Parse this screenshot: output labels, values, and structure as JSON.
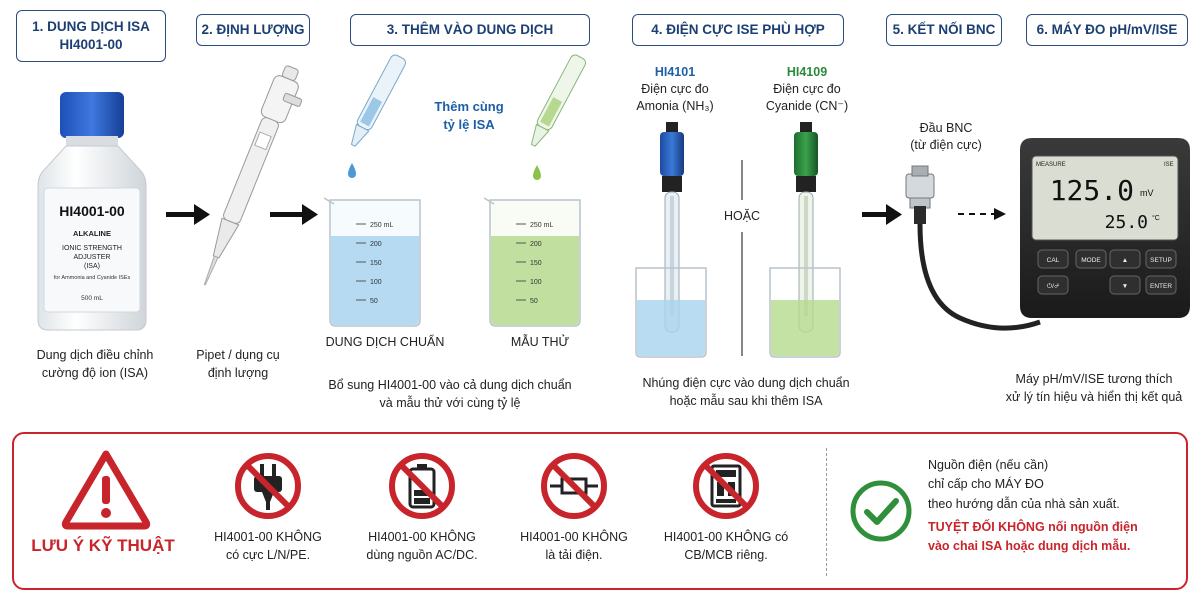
{
  "steps": {
    "s1": {
      "line1": "1. DUNG DỊCH ISA",
      "line2": "HI4001-00"
    },
    "s2": "2. ĐỊNH LƯỢNG",
    "s3": "3. THÊM VÀO DUNG DỊCH",
    "s4": "4. ĐIỆN CỰC ISE PHÙ HỢP",
    "s5": "5. KẾT NỐI BNC",
    "s6": "6. MÁY ĐO pH/mV/ISE"
  },
  "bottle": {
    "code": "HI4001-00",
    "line1": "ALKALINE",
    "line2": "IONIC STRENGTH",
    "line3": "ADJUSTER",
    "line4": "(ISA)",
    "line5": "for Ammonia and Cyanide ISEs",
    "volume": "500 mL",
    "caption1": "Dung dịch điều chỉnh",
    "caption2": "cường độ ion (ISA)"
  },
  "pipette": {
    "caption1": "Pipet / dụng cụ",
    "caption2": "định lượng"
  },
  "add": {
    "same_ratio1": "Thêm cùng",
    "same_ratio2": "tỷ lệ ISA",
    "standard": "DUNG DỊCH CHUẨN",
    "sample": "MẪU THỬ",
    "caption1": "Bổ sung HI4001-00 vào cả dung dịch chuẩn",
    "caption2": "và mẫu thử với cùng tỷ lệ",
    "beaker_ml": "250 mL",
    "ticks": [
      "250",
      "200",
      "150",
      "100",
      "50"
    ]
  },
  "electrodes": {
    "e1_code": "HI4101",
    "e1_name1": "Điện cực đo",
    "e1_name2": "Amonia (NH₃)",
    "e2_code": "HI4109",
    "e2_name1": "Điện cực đo",
    "e2_name2": "Cyanide (CN⁻)",
    "or": "HOẶC",
    "caption1": "Nhúng điện cực vào dung dịch chuẩn",
    "caption2": "hoặc mẫu sau khi thêm ISA"
  },
  "bnc": {
    "label1": "Đầu BNC",
    "label2": "(từ điện cực)"
  },
  "meter": {
    "measure": "MEASURE",
    "ise": "ISE",
    "reading": "125.0",
    "unit": "mV",
    "temp": "25.0",
    "temp_unit": "°C",
    "keys": [
      "CAL",
      "MODE",
      "SETUP",
      "⏻/⏎",
      "▲",
      "▼",
      "ENTER"
    ],
    "caption1": "Máy pH/mV/ISE tương thích",
    "caption2": "xử lý tín hiệu và hiển thị kết quả"
  },
  "warning": {
    "title": "LƯU Ý KỸ THUẬT",
    "items": [
      {
        "line1": "HI4001-00 KHÔNG",
        "line2": "có cực L/N/PE."
      },
      {
        "line1": "HI4001-00 KHÔNG",
        "line2": "dùng nguồn AC/DC."
      },
      {
        "line1": "HI4001-00 KHÔNG",
        "line2": "là tải điện."
      },
      {
        "line1": "HI4001-00 KHÔNG có",
        "line2": "CB/MCB riêng."
      }
    ],
    "note1": "Nguồn điện (nếu cần)",
    "note2": "chỉ cấp cho MÁY ĐO",
    "note3": "theo hướng dẫn của nhà sản xuất.",
    "alert1": "TUYỆT ĐỐI KHÔNG nối nguồn điện",
    "alert2": "vào chai ISA hoặc dung dịch mẫu."
  },
  "colors": {
    "navy": "#1c3f73",
    "red": "#c8242b",
    "blue_liquid": "#a9d3ef",
    "green_liquid": "#b7db8f",
    "check_green": "#2f8f3a"
  }
}
